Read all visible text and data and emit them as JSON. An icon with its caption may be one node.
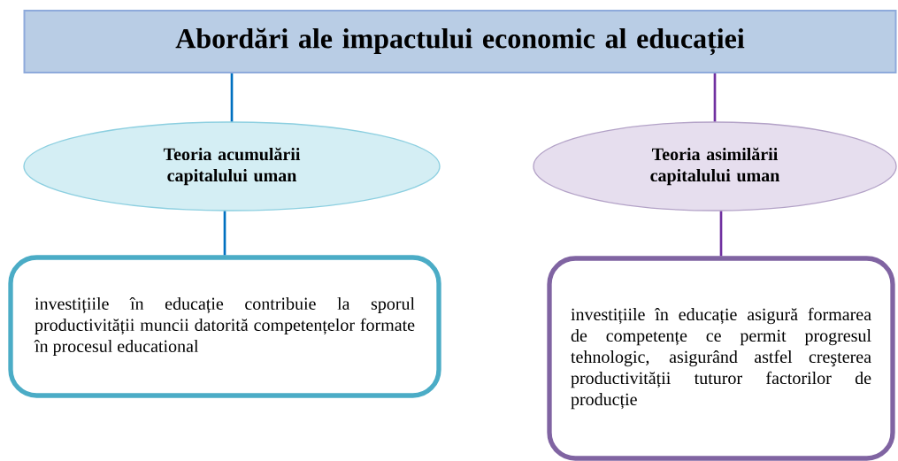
{
  "diagram": {
    "nodes": [
      {
        "text": [
          "Abordări ale impactului economic al educației"
        ]
      },
      {
        "text": [
          "Teoria acumulării capitalului uman"
        ]
      },
      {
        "text": [
          "Teoria asimilării capitalului uman"
        ]
      },
      {
        "text": [
          "investițiile în educație contribuie la sporul productivității muncii datorită competențelor formate în procesul educational"
        ]
      },
      {
        "text": [
          "investițiile în educație asigură formarea de competențe ce permit progresul tehnologic, asigurând astfel creşterea productivității tuturor factorilor de producție"
        ]
      }
    ],
    "edges": [
      {
        "from": 0,
        "to": 1,
        "arrow": "none",
        "color": "#0070c0"
      },
      {
        "from": 0,
        "to": 2,
        "arrow": "none",
        "color": "#7030a0"
      },
      {
        "from": 1,
        "to": 3,
        "arrow": "none",
        "color": "#0070c0"
      },
      {
        "from": 2,
        "to": 4,
        "arrow": "none",
        "color": "#7030a0"
      }
    ]
  }
}
